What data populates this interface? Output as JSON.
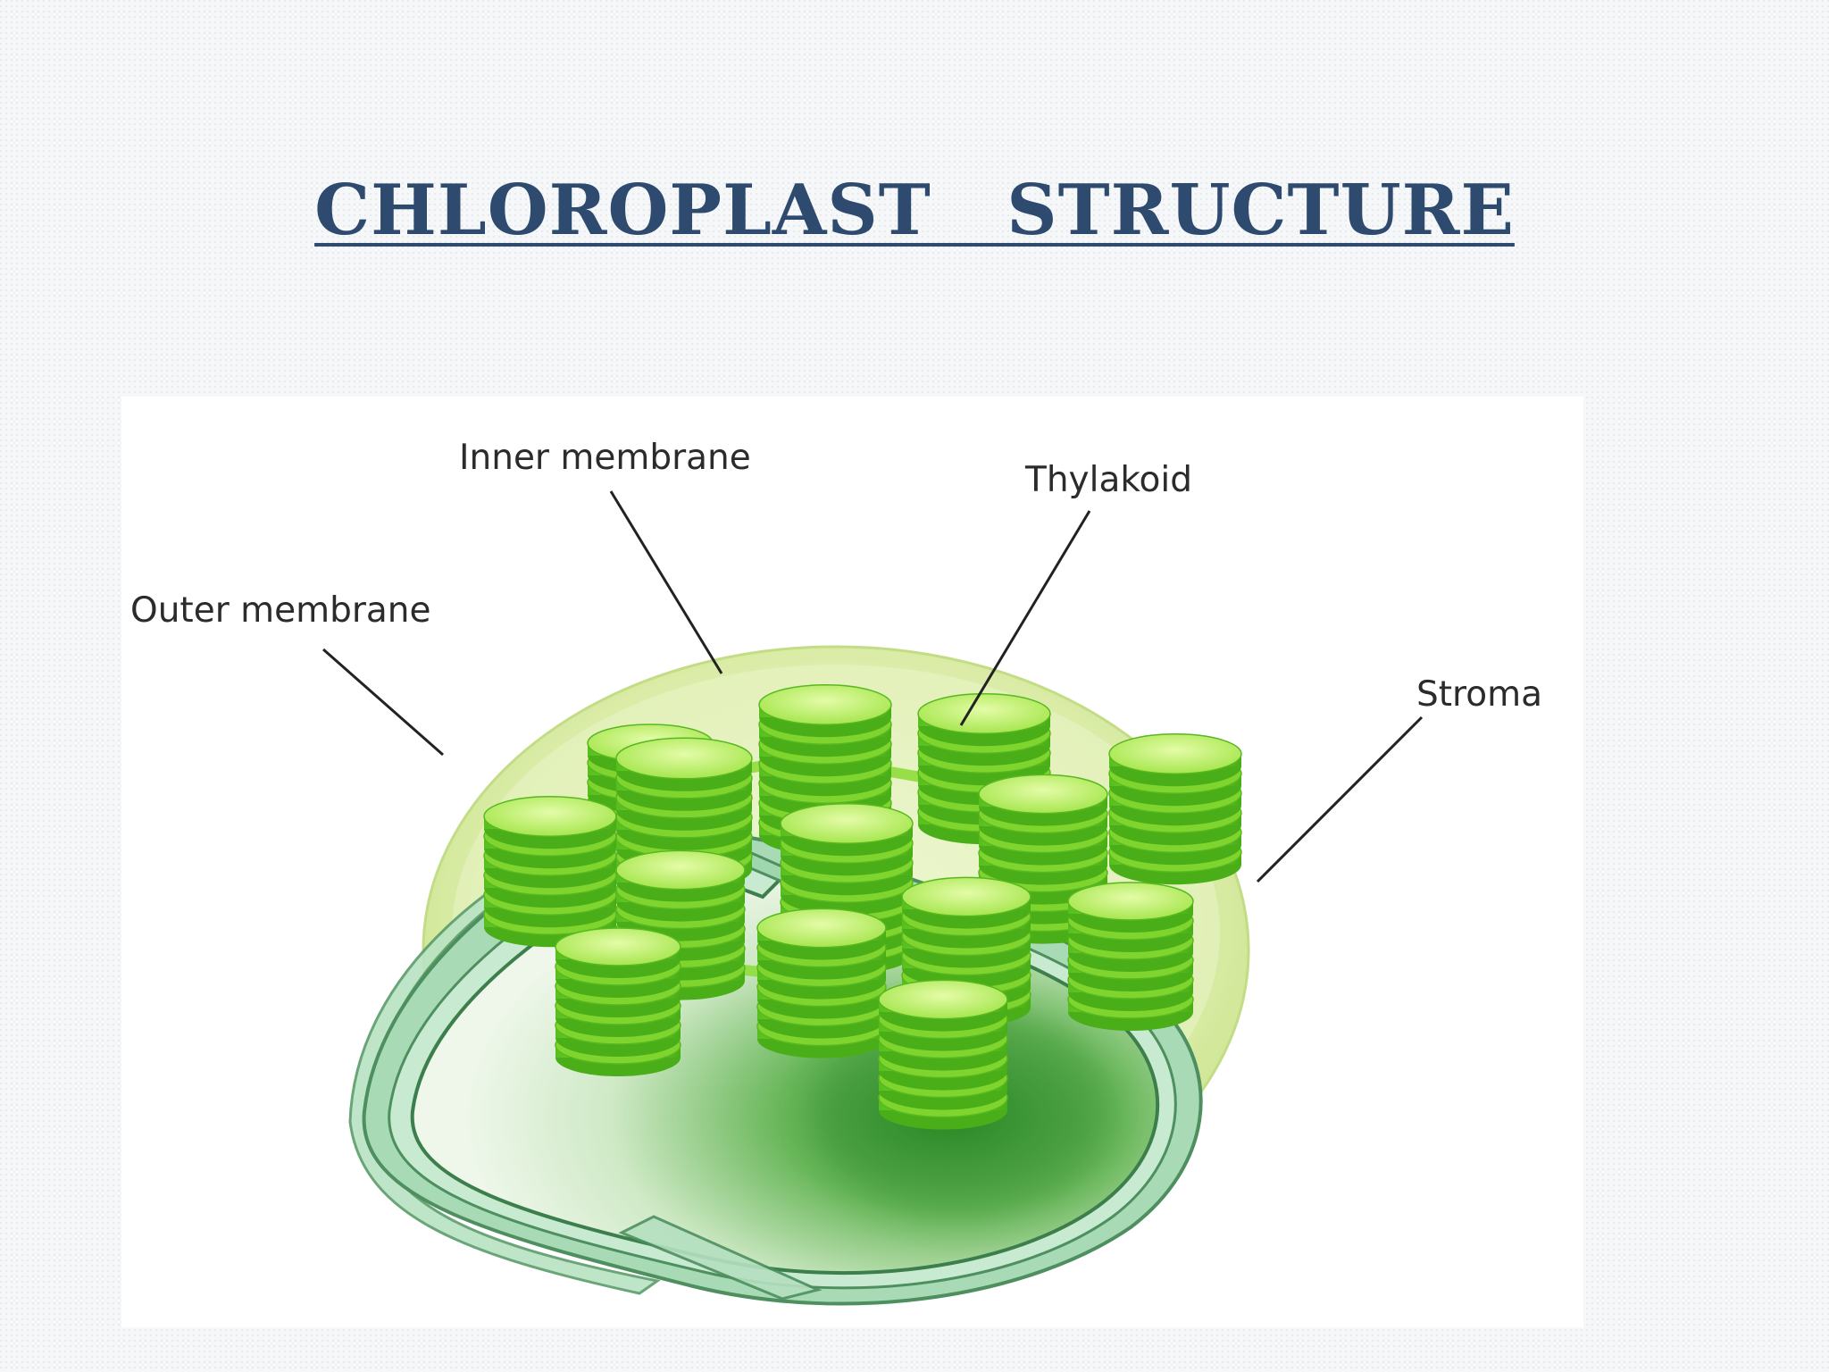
{
  "slide": {
    "title": "CHLOROPLAST   STRUCTURE"
  },
  "diagram": {
    "labels": {
      "inner_membrane": "Inner membrane",
      "thylakoid": "Thylakoid",
      "outer_membrane": "Outer membrane",
      "stroma": "Stroma"
    }
  },
  "colors": {
    "title": "#2e4a6e",
    "outer_membrane": "#d9eca2",
    "membrane_band": "#b5e3c2",
    "granum_light": "#b9f05a",
    "granum_dark": "#4fb81a",
    "stroma": "#3c9a32",
    "callout_line": "#222222"
  }
}
